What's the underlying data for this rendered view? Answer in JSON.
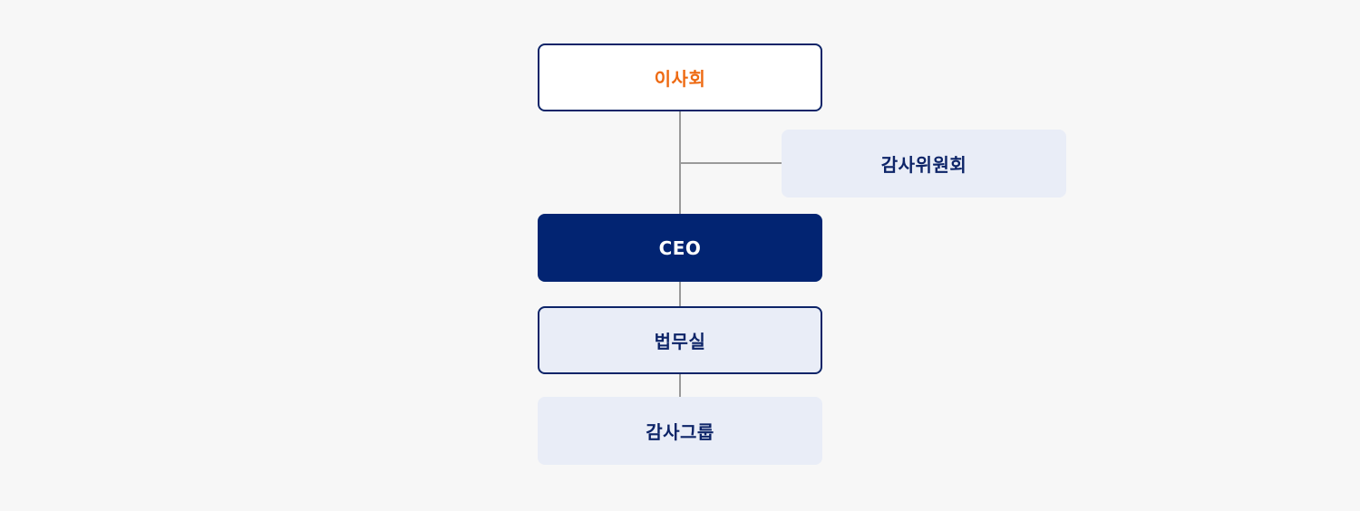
{
  "colors": {
    "background": "#f7f7f7",
    "navy": "#022472",
    "navy_text": "#0d2468",
    "board_accent": "#ee6a12",
    "light_fill": "#e9edf7",
    "connector": "#9a9a9a"
  },
  "org_chart": {
    "board": {
      "label": "이사회"
    },
    "audit_committee": {
      "label": "감사위원회"
    },
    "ceo": {
      "label": "CEO"
    },
    "legal_office": {
      "label": "법무실"
    },
    "audit_group": {
      "label": "감사그룹"
    }
  },
  "connections": [
    {
      "from": "board",
      "to": "ceo"
    },
    {
      "from": "board",
      "to": "audit_committee"
    },
    {
      "from": "ceo",
      "to": "legal_office"
    },
    {
      "from": "legal_office",
      "to": "audit_group"
    }
  ]
}
